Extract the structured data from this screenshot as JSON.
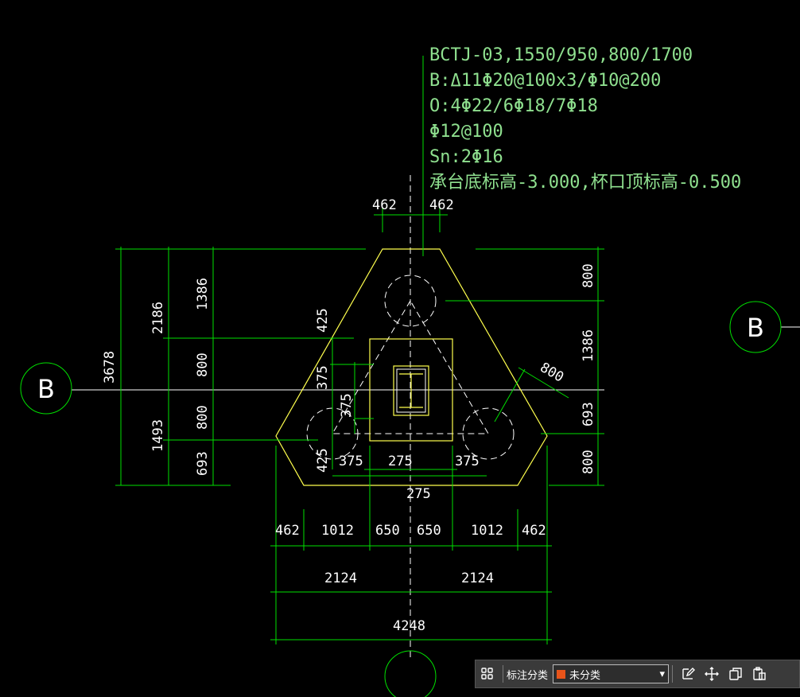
{
  "drawing": {
    "notes": [
      "BCTJ-03,1550/950,800/1700",
      "B:Δ11Φ20@100x3/Φ10@200",
      "O:4Φ22/6Φ18/7Φ18",
      "Φ12@100",
      "Sn:2Φ16",
      "承台底标高-3.000,杯口顶标高-0.500"
    ],
    "axis_labels": {
      "left": "B",
      "right": "B"
    },
    "dims": {
      "top_left": "462",
      "top_right": "462",
      "left_total": "3678",
      "left_upper": "2186",
      "left_lower": "1493",
      "left_a": "1386",
      "left_b": "800",
      "left_c": "800",
      "left_d": "693",
      "right_a": "800",
      "right_b": "1386",
      "right_c": "693",
      "right_d": "800",
      "pile_diag": "800",
      "inner_425_top": "425",
      "inner_375_a": "375",
      "inner_375_b": "375",
      "inner_425_bot": "425",
      "inner_375_left": "375",
      "inner_275_mid": "275",
      "inner_375_right": "375",
      "inner_275_bot": "275",
      "row1": [
        "462",
        "1012",
        "650",
        "650",
        "1012",
        "462"
      ],
      "row2": [
        "2124",
        "2124"
      ],
      "row3": "4248"
    }
  },
  "toolbar": {
    "label": "标注分类",
    "selected": "未分类",
    "swatch_color": "#e8541a",
    "icons": [
      "grid-icon",
      "edit-icon",
      "move-icon",
      "copy-icon",
      "paste-icon"
    ]
  }
}
